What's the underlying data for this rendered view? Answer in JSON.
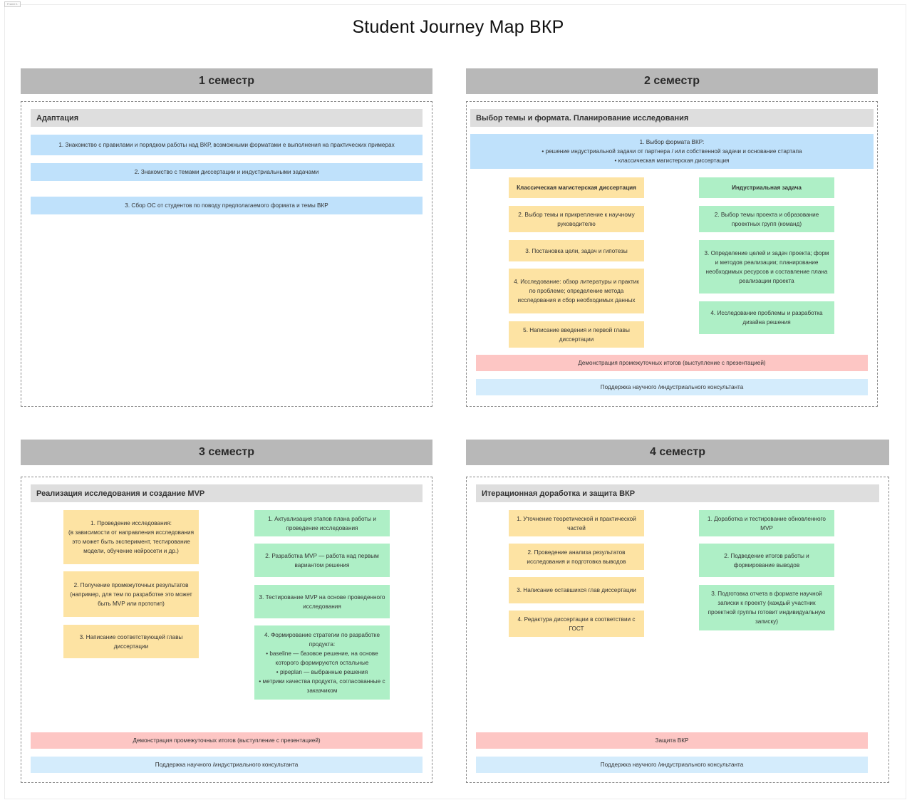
{
  "frame_label": "Frame 1",
  "title": "Student Journey Map ВКР",
  "semesters": [
    {
      "label": "1 семестр",
      "stage": "Адаптация",
      "cards": [
        "1. Знакомство с правилами и порядком работы над ВКР, возможными форматами е выполнения на практических примерах",
        "2. Знакомство с темами диссертации и индустриальными задачами",
        "3. Сбор ОС от студентов по поводу предполагаемого формата и темы ВКР"
      ]
    },
    {
      "label": "2 семестр",
      "stage": "Выбор темы и формата. Планирование исследования",
      "format_card": "1. Выбор формата ВКР:\n• решение индустриальной задачи от партнера / или собственной задачи и основание стартапа\n• классическая магистерская диссертация",
      "left_column": [
        "Классическая магистерская диссертация",
        "2. Выбор темы и прикрепление к научному руководителю",
        "3. Постановка цели, задач и гипотезы",
        "4. Исследование: обзор литературы и практик по проблеме; определение метода исследования и сбор необходимых данных",
        "5. Написание введения и первой главы диссертации"
      ],
      "right_column": [
        "Индустриальная задача",
        "2. Выбор темы проекта и образование проектных групп (команд)",
        "3. Определение целей и задач проекта; форм и методов реализации; планирование необходимых ресурсов и составление плана реализации проекта",
        "4. Исследование проблемы и разработка дизайна решения"
      ],
      "demo": "Демонстрация промежуточных итогов (выступление с презентацией)",
      "support": "Поддержка научного /индустриального консультанта"
    },
    {
      "label": "3 семестр",
      "stage": "Реализация исследования и создание MVP",
      "left_column": [
        "1. Проведение исследования:\n(в зависимости от направления исследования это может быть эксперимент, тестирование модели, обучение нейросети и др.)",
        "2. Получение промежуточных результатов (например, для тем по разработке это может быть MVP или прототип)",
        "3. Написание соответствующей главы диссертации"
      ],
      "right_column": [
        "1. Актуализация этапов плана работы и проведение исследования",
        "2. Разработка MVP — работа над первым вариантом решения",
        "3. Тестирование MVP на основе проведенного исследования",
        "4. Формирование стратегии по разработке продукта:\n• baseline — базовое решение, на основе которого формируются остальные\n• pipeplan — выбранные решения\n• метрики качества продукта, согласованные с заказчиком"
      ],
      "demo": "Демонстрация промежуточных итогов (выступление с презентацией)",
      "support": "Поддержка научного /индустриального консультанта"
    },
    {
      "label": "4 семестр",
      "stage": "Итерационная доработка и защита ВКР",
      "left_column": [
        "1. Уточнение теоретической и практической частей",
        "2. Проведение анализа результатов исследования и подготовка выводов",
        "3. Написание оставшихся глав диссертации",
        "4. Редактура диссертации в соответствии с ГОСТ"
      ],
      "right_column": [
        "1. Доработка и тестирование обновленного MVP",
        "2. Подведение итогов работы и формирование выводов",
        "3. Подготовка отчета в формате научной записки к проекту (каждый участник проектной группы готовит индивидуальную записку)"
      ],
      "demo": "Защита ВКР",
      "support": "Поддержка научного /индустриального консультанта"
    }
  ],
  "colors": {
    "header_bg": "#b8b8b8",
    "stage_bg": "#dedede",
    "task_blue": "#bfe1fb",
    "academic_yellow": "#fde3a3",
    "industrial_green": "#aeefc6",
    "demo_pink": "#fdc6c4",
    "support_blue": "#d4ecfc"
  }
}
